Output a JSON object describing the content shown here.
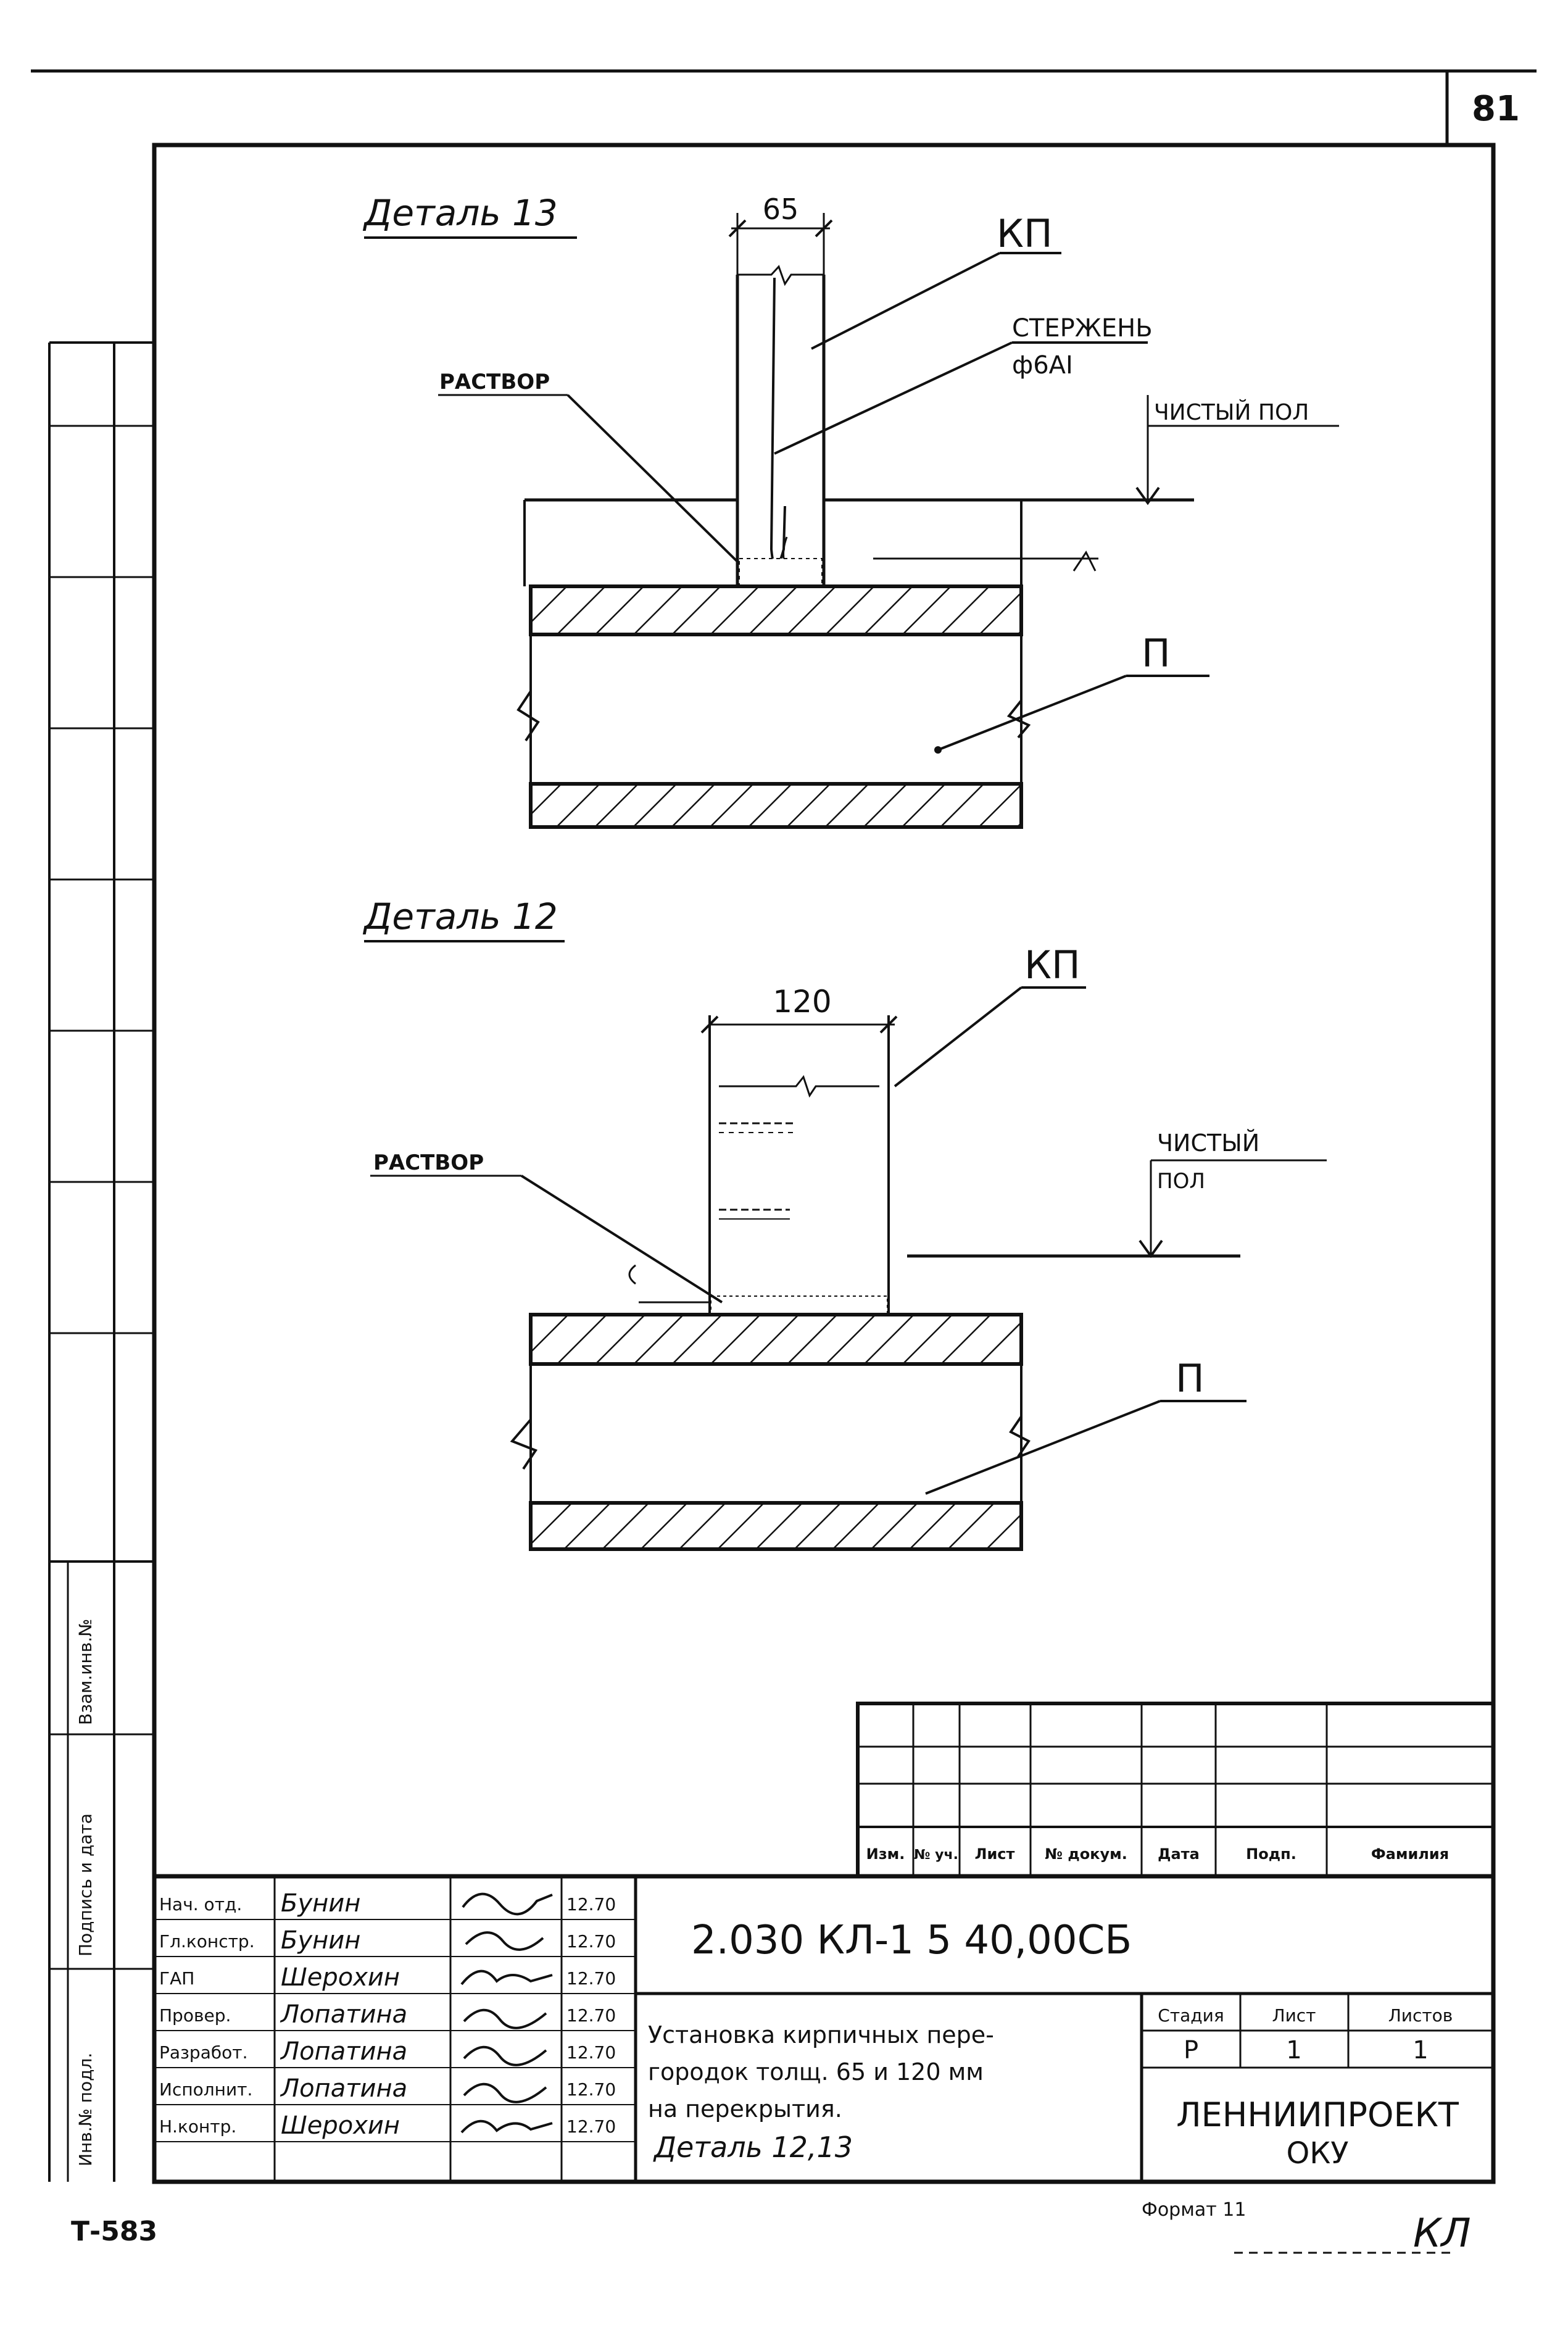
{
  "sheet": {
    "page_number": "81",
    "inventory_stamp": "Т-583",
    "format_label": "Формат 11",
    "corner_mark": "КЛ"
  },
  "detail13": {
    "title": "Деталь 13",
    "dimension": "65",
    "label_kp": "КП",
    "label_rod_line1": "СТЕРЖЕНЬ",
    "label_rod_line2": "ф6АI",
    "label_mortar": "РАСТВОР",
    "label_floor": "ЧИСТЫЙ ПОЛ",
    "label_slab": "П"
  },
  "detail12": {
    "title": "Деталь 12",
    "dimension": "120",
    "label_kp": "КП",
    "label_mortar": "РАСТВОР",
    "label_floor_line1": "ЧИСТЫЙ",
    "label_floor_line2": "ПОЛ",
    "label_slab": "П"
  },
  "side_stamp": {
    "labels": [
      "Взам.инв.№",
      "Подпись и дата",
      "Инв.№ подл."
    ]
  },
  "revisions_header": [
    "Изм.",
    "№ уч.",
    "Лист",
    "№ докум.",
    "Дата",
    "Подп.",
    "Фамилия"
  ],
  "title_block": {
    "doc_code": "2.030 КЛ-1 5 40,00СБ",
    "roles": [
      "Нач. отд.",
      "Гл.констр.",
      "ГАП",
      "Провер.",
      "Разработ.",
      "Исполнит.",
      "Н.контр."
    ],
    "names": [
      "Бунин",
      "Бунин",
      "Шерохин",
      "Лопатина",
      "Лопатина",
      "Лопатина",
      "Шерохин"
    ],
    "dates": [
      "12.70",
      "12.70",
      "12.70",
      "12.70",
      "12.70",
      "12.70",
      "12.70"
    ],
    "description_lines": [
      "Установка кирпичных пере-",
      "городок толщ. 65 и 120 мм",
      "на перекрытия.",
      "Деталь 12,13"
    ],
    "stage_header": "Стадия",
    "sheet_header": "Лист",
    "sheets_header": "Листов",
    "stage_value": "Р",
    "sheet_value": "1",
    "sheets_value": "1",
    "org_line1": "ЛЕННИИПРОЕКТ",
    "org_line2": "ОКУ"
  }
}
